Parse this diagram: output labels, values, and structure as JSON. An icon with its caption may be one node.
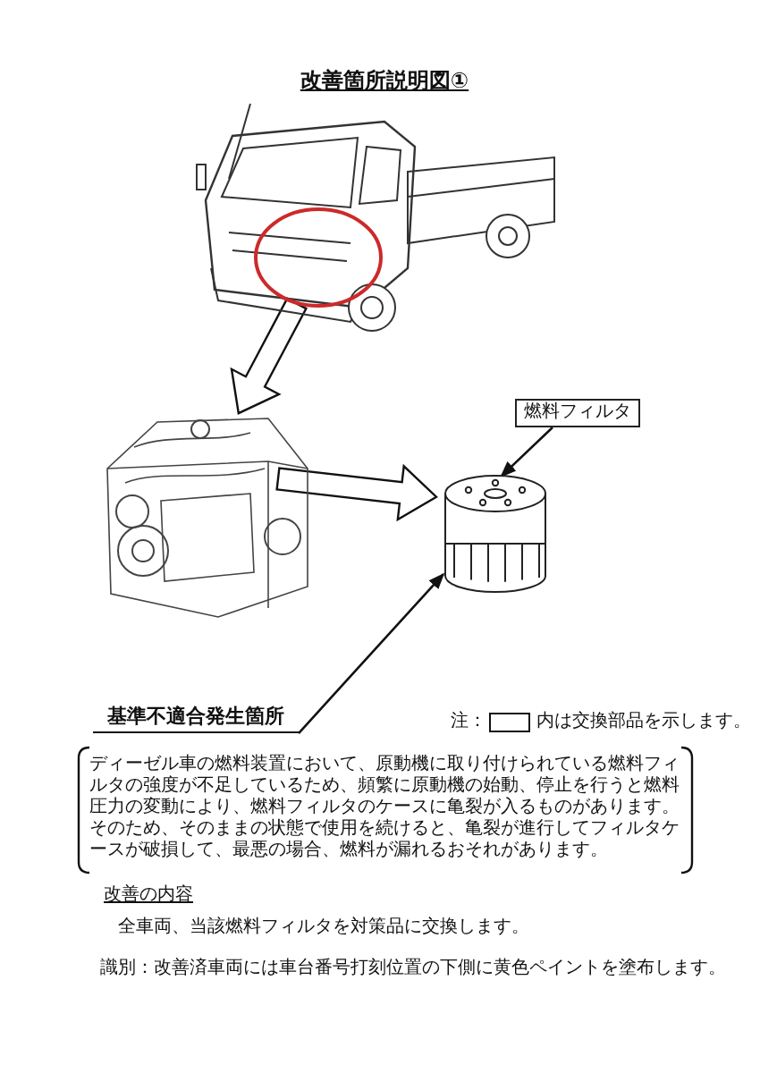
{
  "diagram": {
    "title": "改善箇所説明図①",
    "nodes": [
      {
        "text": [],
        "shape": "picture"
      },
      {
        "text": [],
        "shape": "picture"
      },
      {
        "text": [],
        "shape": "picture"
      },
      {
        "text": [
          "燃料フィルタ"
        ]
      },
      {
        "text": [
          "基準不適合発生箇所"
        ]
      }
    ],
    "edges": [
      {
        "from": 0,
        "to": 1,
        "arrow": "to",
        "style": "thick"
      },
      {
        "from": 1,
        "to": 2,
        "arrow": "to",
        "style": "thick"
      },
      {
        "from": 3,
        "to": 2,
        "arrow": "to"
      },
      {
        "from": 4,
        "to": 2,
        "arrow": "to"
      }
    ],
    "labels": [
      "注：",
      "内は交換部品を示します。",
      "ディーゼル車の燃料装置において、原動機に取り付けられている燃料フィルタの強度が不足しているため、頻繁に原動機の始動、停止を行うと燃料圧力の変動により、燃料フィルタのケースに亀裂が入るものがあります。そのため、そのままの状態で使用を続けると、亀裂が進行してフィルタケースが破損して、最悪の場合、燃料が漏れるおそれがあります。",
      "改善の内容",
      "全車両、当該燃料フィルタを対策品に交換します。",
      "識別：改善済車両には車台番号打刻位置の下側に黄色ペイントを塗布します。"
    ]
  }
}
